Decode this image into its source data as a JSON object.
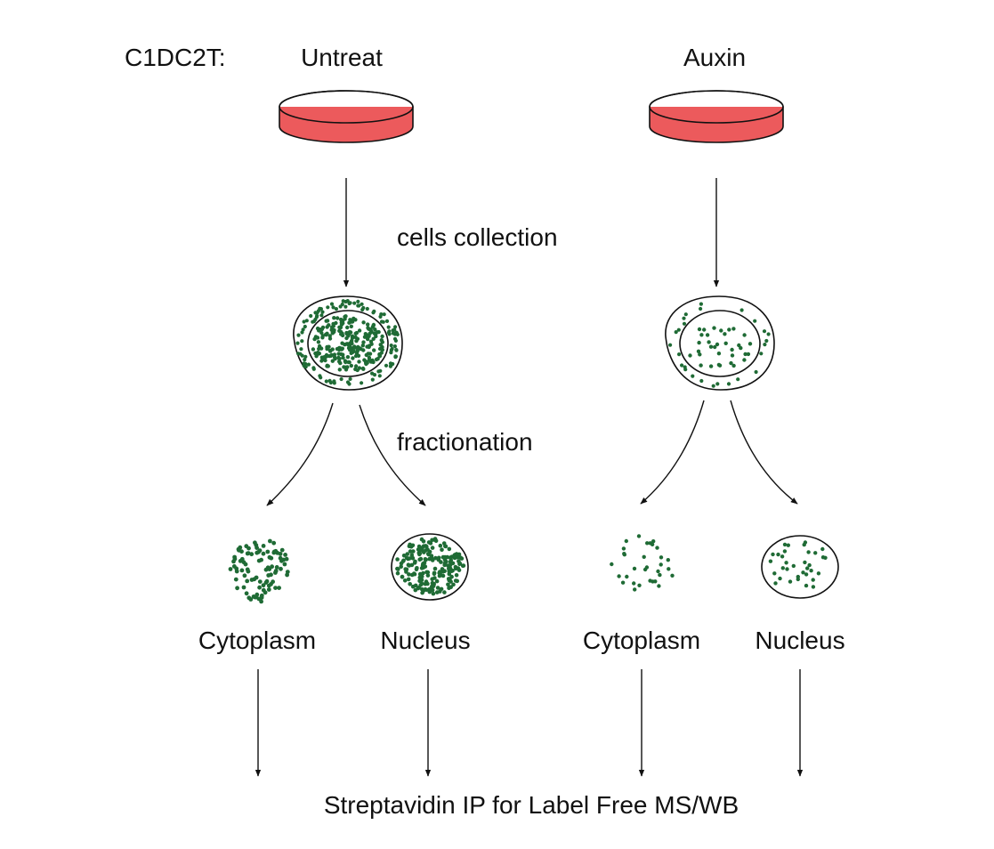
{
  "cell_line_label": "C1DC2T:",
  "conditions": [
    {
      "label": "Untreat",
      "density": "high"
    },
    {
      "label": "Auxin",
      "density": "low"
    }
  ],
  "step_labels": {
    "collection": "cells collection",
    "fractionation": "fractionation"
  },
  "fractions": [
    "Cytoplasm",
    "Nucleus",
    "Cytoplasm",
    "Nucleus"
  ],
  "final_step": "Streptavidin IP for Label Free MS/WB",
  "colors": {
    "dish_medium": "#ec5a5c",
    "protein_dot": "#1f6b35",
    "line": "#111111"
  }
}
